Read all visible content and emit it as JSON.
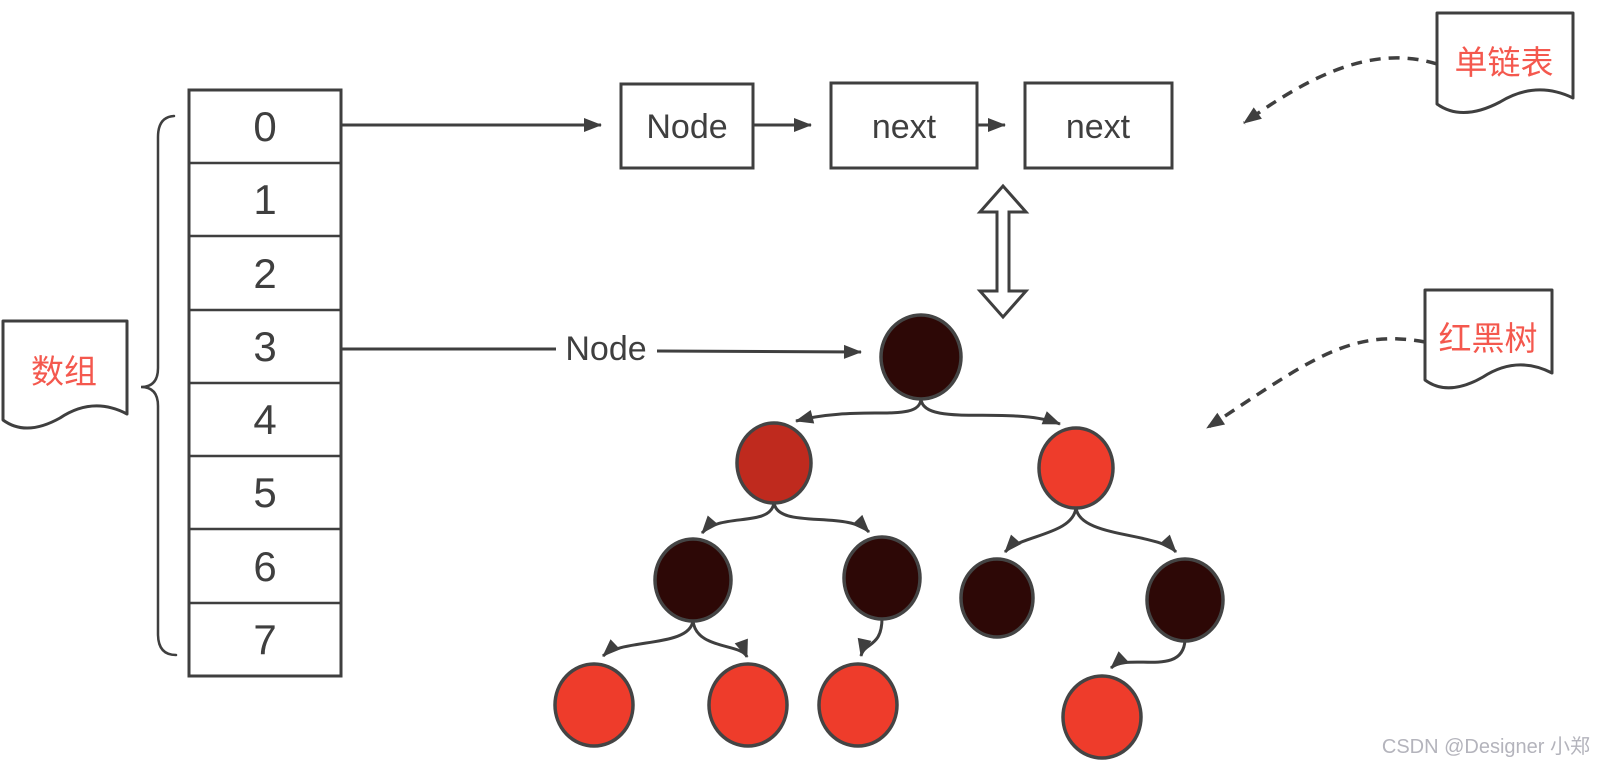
{
  "colors": {
    "stroke": "#3f3f3f",
    "label_red": "#f4584e",
    "node_black": "#2d0806",
    "node_dark_red": "#bf2a1e",
    "node_red": "#ee3c2b",
    "box_fill": "#ffffff",
    "watermark_gray": "#b4b4bc"
  },
  "array": {
    "label": "数组",
    "cells": [
      "0",
      "1",
      "2",
      "3",
      "4",
      "5",
      "6",
      "7"
    ]
  },
  "linked_list": {
    "note_label": "单链表",
    "boxes": [
      "Node",
      "next",
      "next"
    ]
  },
  "tree": {
    "note_label": "红黑树",
    "pointer_label": "Node",
    "nodes": [
      {
        "id": "root",
        "color": "black"
      },
      {
        "id": "left",
        "color": "dark-red"
      },
      {
        "id": "right",
        "color": "red"
      },
      {
        "id": "left-left",
        "color": "black"
      },
      {
        "id": "left-right",
        "color": "black"
      },
      {
        "id": "right-left",
        "color": "black"
      },
      {
        "id": "right-right",
        "color": "black"
      },
      {
        "id": "left-left-left",
        "color": "red"
      },
      {
        "id": "left-left-right",
        "color": "red"
      },
      {
        "id": "left-right-left",
        "color": "red"
      },
      {
        "id": "right-right-left",
        "color": "red"
      }
    ]
  },
  "watermark": "CSDN @Designer 小郑"
}
